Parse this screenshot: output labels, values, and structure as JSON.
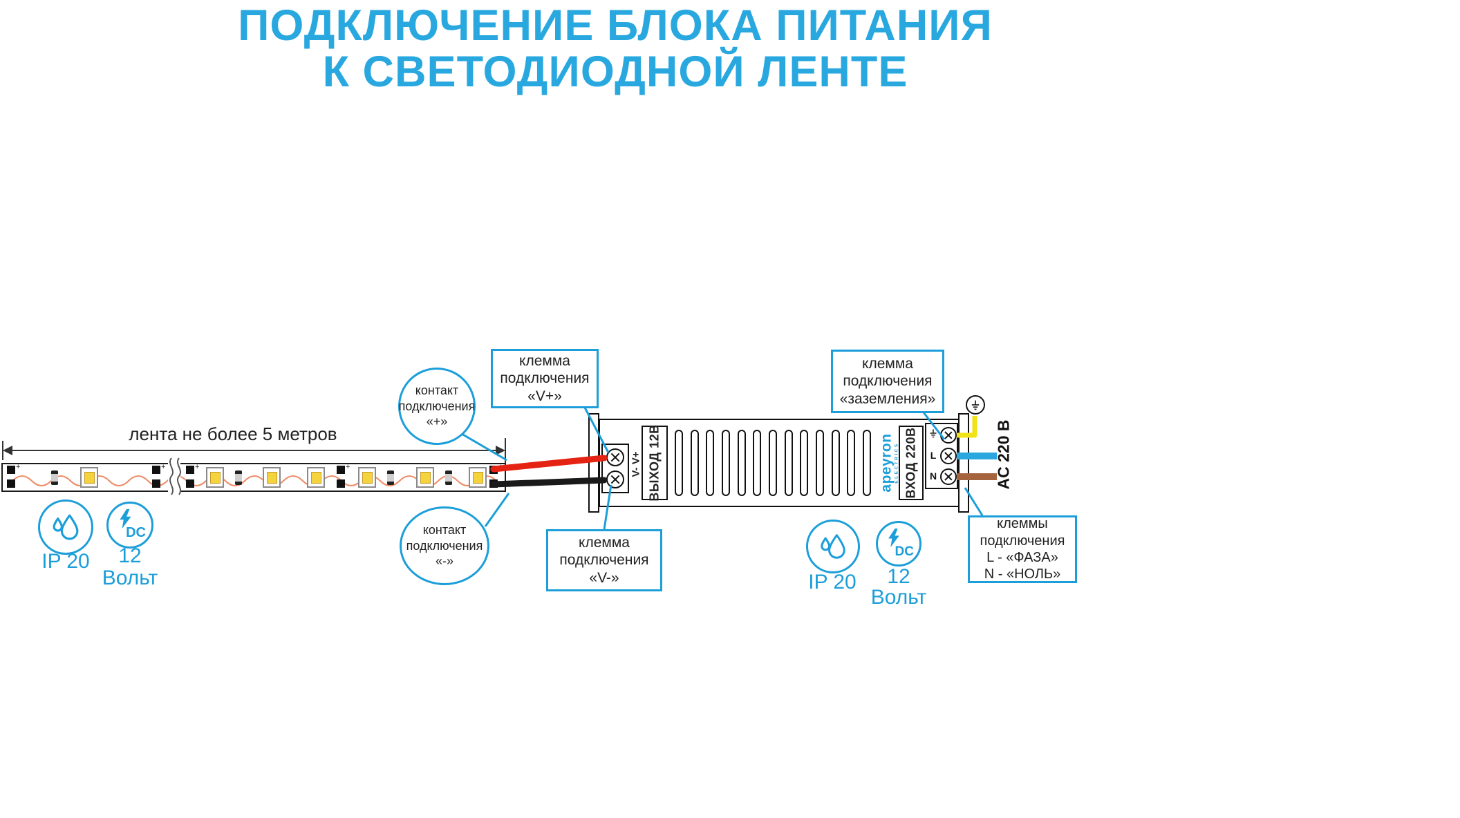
{
  "title": {
    "line1": "ПОДКЛЮЧЕНИЕ БЛОКА ПИТАНИЯ",
    "line2": "К СВЕТОДИОДНОЙ ЛЕНТЕ"
  },
  "strip": {
    "dimension_label": "лента не более 5 метров",
    "pad_mark": "+"
  },
  "callouts": {
    "contact_plus": "контакт\nподключения\n«+»",
    "contact_minus": "контакт\nподключения\n«-»",
    "terminal_vplus": "клемма\nподключения\n«V+»",
    "terminal_vminus": "клемма\nподключения\n«V-»",
    "terminal_ground": "клемма\nподключения\n«заземления»",
    "terminals_ln": "клеммы\nподключения\nL - «ФАЗА»\nN - «НОЛЬ»"
  },
  "psu": {
    "output_terminal_label": "V- V+",
    "output_label": "ВЫХОД 12В",
    "brand": "apeyron",
    "brand_sub": "ELECTRICS",
    "input_label": "ВХОД 220В",
    "terminal_l": "L",
    "terminal_n": "N",
    "ac_label": "AC 220 В"
  },
  "badges": {
    "ip_rating": "IP 20",
    "dc_label": "DC",
    "voltage_number": "12",
    "voltage_word": "Вольт"
  },
  "colors": {
    "accent_blue": "#1b9ed9",
    "title_blue": "#29a8e0",
    "wire_red": "#e42313",
    "wire_black": "#1a1a1a",
    "wire_blue": "#2ba7e0",
    "wire_brown": "#a5643e",
    "wire_yellow": "#f2e218",
    "led_yellow": "#f5d33c",
    "trace_orange": "#ef8a66"
  }
}
